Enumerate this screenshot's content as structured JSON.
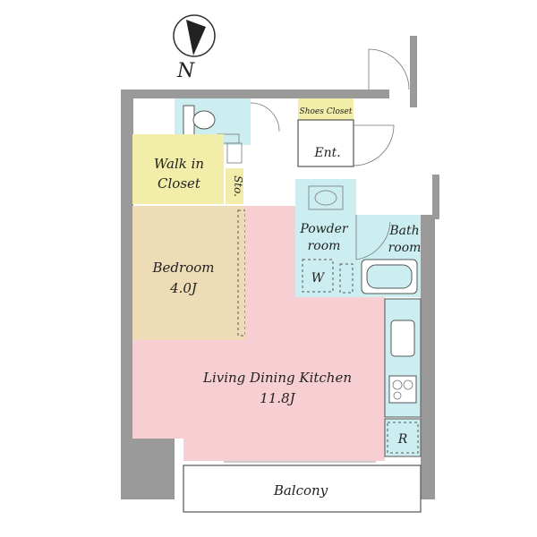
{
  "compass": {
    "north_label": "N",
    "icon": "north-arrow-icon"
  },
  "rooms": {
    "walk_in_closet_line1": "Walk in",
    "walk_in_closet_line2": "Closet",
    "storage": "Sto.",
    "shoes_closet": "Shoes Closet",
    "entrance": "Ent.",
    "bedroom_name": "Bedroom",
    "bedroom_size": "4.0J",
    "powder_room_line1": "Powder",
    "powder_room_line2": "room",
    "washer": "W",
    "bath_room_line1": "Bath",
    "bath_room_line2": "room",
    "ldk_name": "Living Dining Kitchen",
    "ldk_size": "11.8J",
    "refrigerator": "R",
    "balcony": "Balcony"
  },
  "colors": {
    "toilet_room": "#cdeef0",
    "walk_in_closet": "#f2eeaa",
    "shoes_closet": "#f2eeaa",
    "bedroom": "#eddcb6",
    "ldk": "#f7cfd3",
    "wet_area": "#cdeef0",
    "walls": "#9a9a9a"
  }
}
